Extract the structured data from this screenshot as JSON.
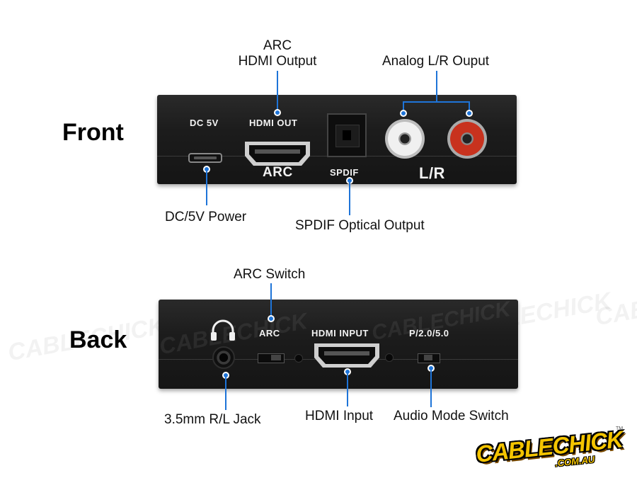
{
  "sections": {
    "front": "Front",
    "back": "Back"
  },
  "front": {
    "panel_labels": {
      "dc": "DC 5V",
      "hdmi_out": "HDMI OUT",
      "arc": "ARC",
      "spdif": "SPDIF",
      "lr": "L/R"
    },
    "callouts": {
      "arc_line1": "ARC",
      "arc_line2": "HDMI Output",
      "analog": "Analog L/R Ouput",
      "power": "DC/5V Power",
      "spdif": "SPDIF Optical Output"
    }
  },
  "back": {
    "panel_labels": {
      "arc": "ARC",
      "hdmi_input": "HDMI INPUT",
      "mode": "P/2.0/5.0"
    },
    "callouts": {
      "arc_switch": "ARC Switch",
      "jack": "3.5mm R/L Jack",
      "hdmi_input": "HDMI Input",
      "audio_mode": "Audio Mode Switch"
    }
  },
  "logo": {
    "main": "CABLECHICK",
    "sub": ".COM.AU",
    "tm": "TM"
  },
  "watermark_text": "CABLECHICK",
  "colors": {
    "callout_blue": "#1e74d8",
    "panel": "#1c1c1c",
    "rca_red": "#c8321e",
    "rca_white": "#f0f0f0",
    "logo_yellow": "#f4c400"
  }
}
